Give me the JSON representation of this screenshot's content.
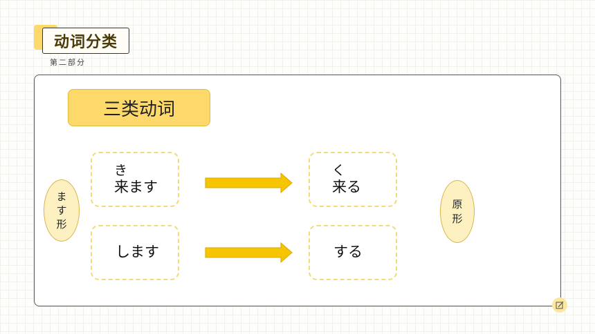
{
  "header": {
    "title": "动词分类",
    "subtitle": "第二部分"
  },
  "section": {
    "heading": "三类动词"
  },
  "labels": {
    "left": "ます形",
    "right": "原形"
  },
  "rows": [
    {
      "from_ruby": "き",
      "from_text": "来ます",
      "to_ruby": "く",
      "to_text": "来る"
    },
    {
      "from_text": "します",
      "to_text": "する"
    }
  ],
  "colors": {
    "accent": "#fcd96a",
    "arrow": "#f6c500",
    "card_border": "#f4d97a"
  },
  "icons": {
    "corner": "pen-note-icon"
  }
}
